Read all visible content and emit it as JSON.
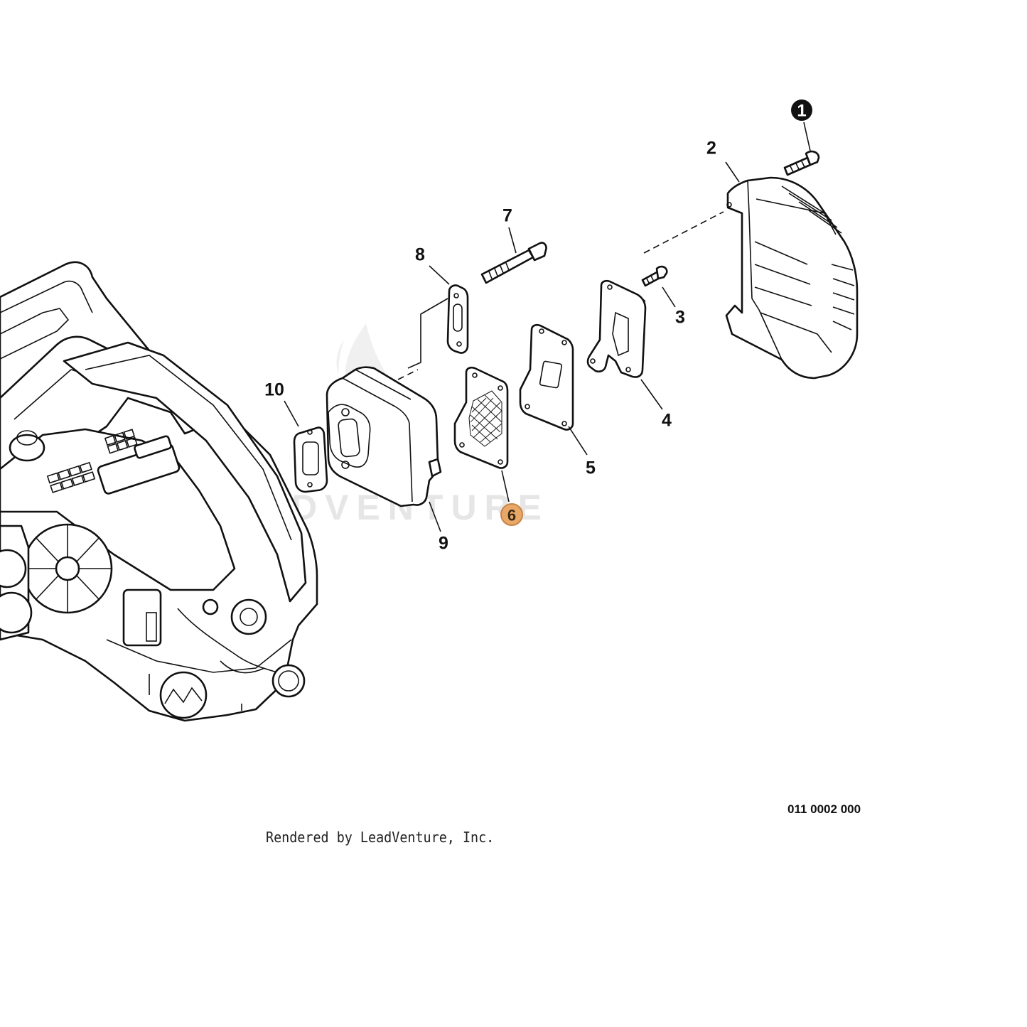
{
  "diagram": {
    "drawing_number": "011 0002 000",
    "credit": "Rendered by LeadVenture, Inc.",
    "watermark": "LEADVENTURE",
    "selected_callout": "6",
    "highlight_color": "#e8a868",
    "callouts": [
      {
        "id": "c1",
        "label": "1",
        "style": "filled"
      },
      {
        "id": "c2",
        "label": "2"
      },
      {
        "id": "c3",
        "label": "3"
      },
      {
        "id": "c4",
        "label": "4"
      },
      {
        "id": "c5",
        "label": "5"
      },
      {
        "id": "c6",
        "label": "6",
        "style": "highlighted"
      },
      {
        "id": "c7",
        "label": "7"
      },
      {
        "id": "c8",
        "label": "8"
      },
      {
        "id": "c9",
        "label": "9"
      },
      {
        "id": "c10",
        "label": "10"
      }
    ]
  }
}
